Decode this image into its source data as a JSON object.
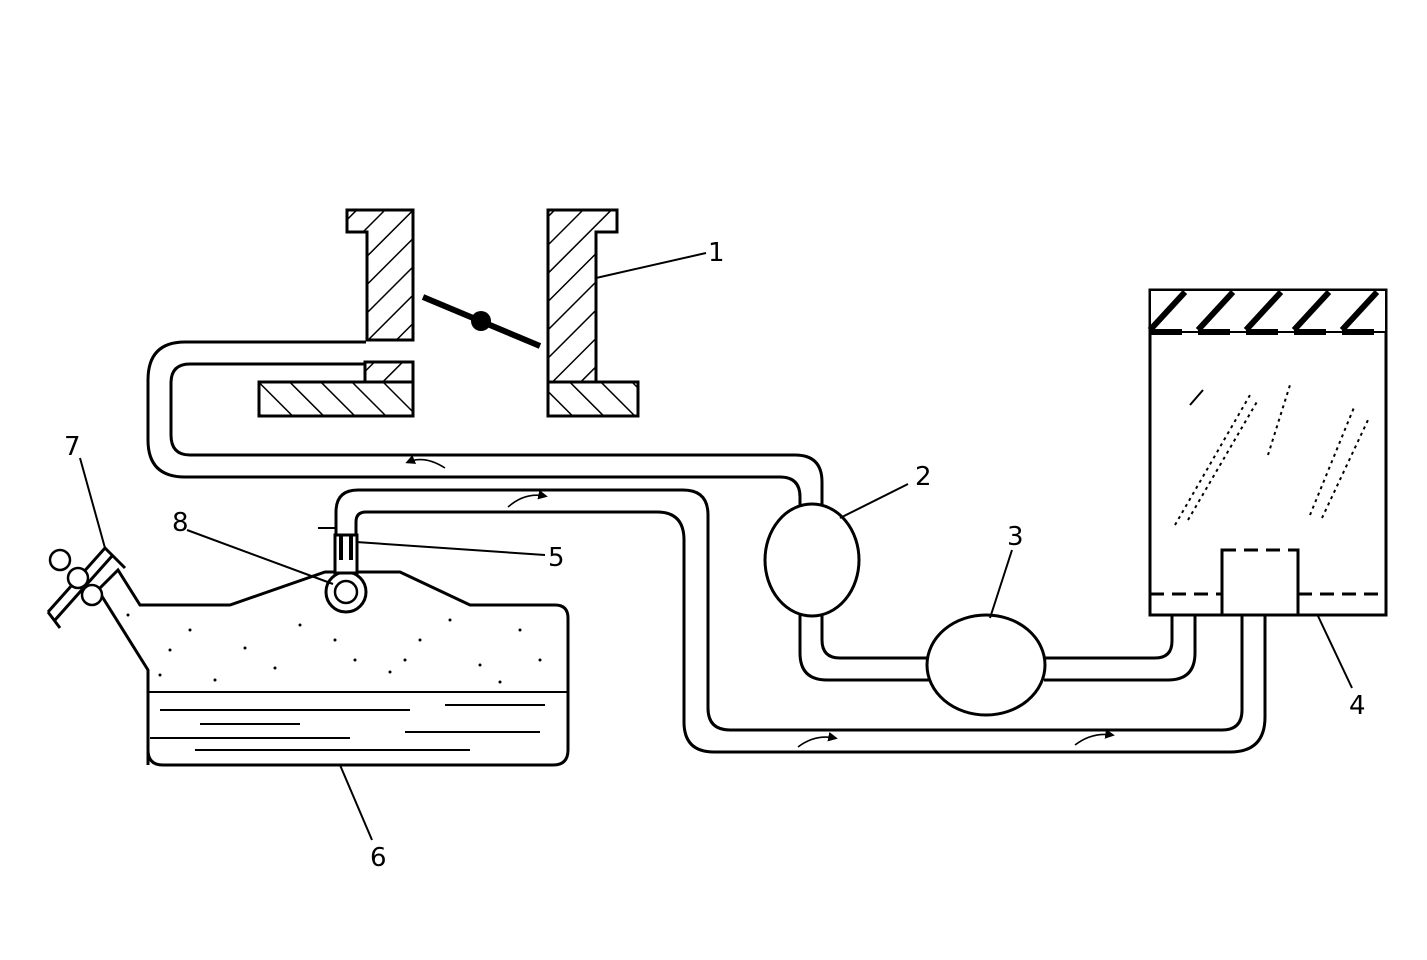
{
  "diagram": {
    "callouts": {
      "c1": "1",
      "c2": "2",
      "c3": "3",
      "c4": "4",
      "c5": "5",
      "c6": "6",
      "c7": "7",
      "c8": "8"
    },
    "colors": {
      "ink": "#000000",
      "paper": "#ffffff"
    },
    "icons": {
      "flow_arrow": "flow-arrow-icon",
      "valve": "butterfly-valve-icon",
      "cap": "filler-cap-icon"
    }
  }
}
